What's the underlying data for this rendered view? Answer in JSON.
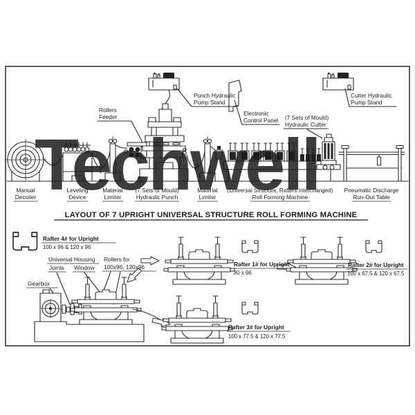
{
  "title": "LAYOUT OF 7 UPRIGHT UNIVERSAL STRUCTURE ROLL FORMING MACHINE",
  "watermark": "Techwell",
  "colors": {
    "watermark_yellow": "#f1c52f",
    "line": "#2b2b2b"
  },
  "top_labels": {
    "rollers_feeder": [
      "Rollers",
      "Feeder"
    ],
    "punch_pump": [
      "Punch Hydraulic",
      "Pump Stand"
    ],
    "electronic_panel": [
      "Electronic",
      "Control Panel"
    ],
    "cutter_pump": [
      "Cutter Hydraulic",
      "Pump Stand"
    ],
    "hydraulic_cutter": [
      "(7 Sets of Mould)",
      "Hydraulic Cutter"
    ]
  },
  "station_labels": {
    "decoiler": [
      "Manual",
      "Decoiler"
    ],
    "leveling": [
      "Leveling",
      "Device"
    ],
    "limiter1": [
      "Material",
      "Limiter"
    ],
    "punch": [
      "(7 Sets of Mould)",
      "Hydraulic Punch"
    ],
    "limiter2": [
      "Material",
      "Limiter"
    ],
    "rollformer": [
      "(Universal Structure, Rafters Interchanged)",
      "Roll Forming Machine"
    ],
    "runout": [
      "Pneumatic Discharge",
      "Run-Out Table"
    ]
  },
  "bottom_labels": {
    "rafter4": [
      "Rafter 4# for Upright",
      "100 x 96 & 120 x 96"
    ],
    "universal_housing": [
      "Universal Housing",
      "Joints"
    ],
    "window": "Window",
    "rollers_for": [
      "Rollers for",
      "100x96, 120x96"
    ],
    "gearbox": "Gearbox",
    "rafter1": [
      "Rafter 1# for Upright",
      "80 x 96"
    ],
    "rafter2": [
      "Rafter 2# for Upright",
      "100 x 67.5 & 120 x 67.5"
    ],
    "rafter3": [
      "Rafter 3# for Upright",
      "100 x 77.5 & 120 x 77.5"
    ]
  }
}
